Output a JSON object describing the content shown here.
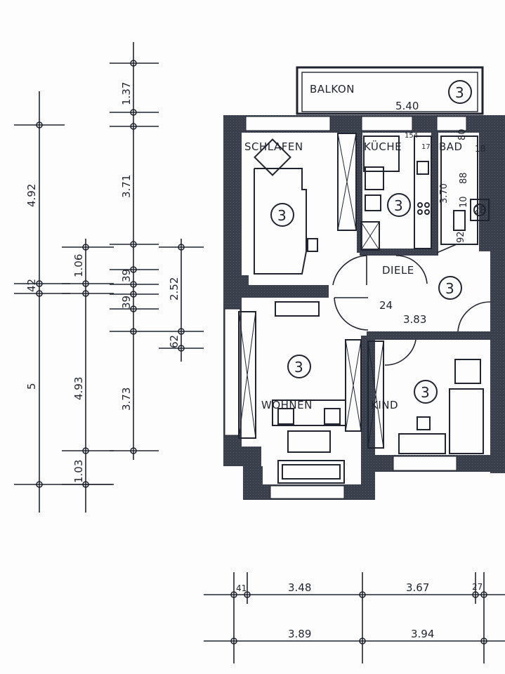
{
  "rooms": {
    "balkon": "BALKON",
    "schlafen": "SCHLAFEN",
    "kueche": "KÜCHE",
    "bad": "BAD",
    "diele": "DIELE",
    "wohnen": "WOHNEN",
    "kind": "KIND"
  },
  "room_markers": [
    "3",
    "3",
    "3",
    "3",
    "3",
    "3"
  ],
  "dimensions": {
    "balkon_width": "5.40",
    "left_outer": "4.92",
    "left_mid_small": "42",
    "left_bottom": "5",
    "mid_106": "1.06",
    "mid_493": "4.93",
    "mid_103": "1.03",
    "right_137": "1.37",
    "right_371": "3.71",
    "right_39a": "39",
    "right_39b": "39",
    "right_252": "2.52",
    "right_373": "3.73",
    "right_62": "62",
    "diele_24": "24",
    "diele_383": "3.83",
    "kueche_154": "154",
    "kueche_17": "17",
    "bad_80": "80",
    "bad_18": "18",
    "bad_370": "3.70",
    "bad_88": "88",
    "bad_10": "10",
    "bad_92": "92",
    "bad_28": "28",
    "bottom_41": "41",
    "bottom_348": "3.48",
    "bottom_367": "3.67",
    "bottom_27": "27",
    "bottom_389": "3.89",
    "bottom_394": "3.94"
  },
  "colors": {
    "ink": "#1f2430",
    "wall": "#3a3f4c",
    "paper": "#fdfdfd",
    "hatch": "#6b7080"
  }
}
